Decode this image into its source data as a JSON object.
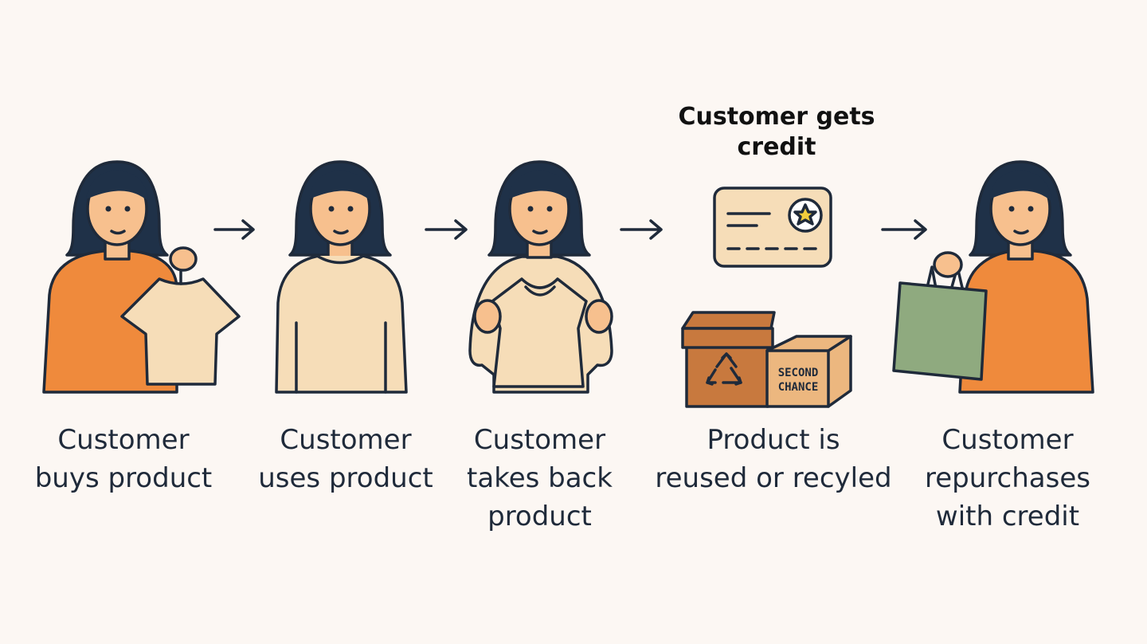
{
  "steps": [
    {
      "label": "Customer\nbuys product"
    },
    {
      "label": "Customer\nuses product"
    },
    {
      "label": "Customer\ntakes back\nproduct"
    },
    {
      "label": "Product is\nreused or recyled"
    },
    {
      "label": "Customer\nrepurchases\nwith credit"
    }
  ],
  "credit_title": "Customer gets\ncredit",
  "box_label_line1": "SECOND",
  "box_label_line2": "CHANCE",
  "colors": {
    "outline": "#1f2a3a",
    "hair": "#1f3148",
    "skin": "#f7c08e",
    "shirt_orange": "#ef8a3c",
    "shirt_beige": "#f6ddb8",
    "card": "#f6ddb8",
    "star": "#f2cc3c",
    "box_dark": "#c8793e",
    "box_light": "#ecb77f",
    "bag": "#8faa7f",
    "background": "#fcf7f3"
  }
}
